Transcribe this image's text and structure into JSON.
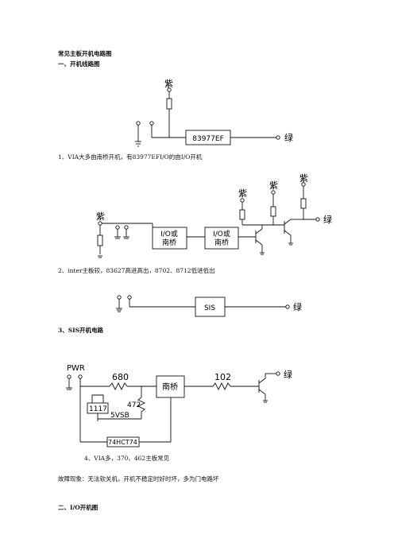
{
  "doc": {
    "title": "常见主板开机电路图",
    "section1": "一、开机线路图",
    "caption1": "1、VIA大多由南桥开机，有83977EFI/O的由I/O开机",
    "caption2": "2、inter主板较，83627高进高出，8702、8712低进低出",
    "section3": "3、SIS开机电路",
    "caption4": "4、VIA多，370、462主板常见",
    "fault": "故障现象：无法软关机，开机不稳定时好时坏，多为门电路坏",
    "section2": "二、I/O开机图"
  },
  "fig1": {
    "purple": "紫",
    "chip": "83977EF",
    "green": "绿"
  },
  "fig2": {
    "purple1": "紫",
    "purple2": "紫",
    "purple3": "紫",
    "purple4": "紫",
    "io1_line1": "I/O或",
    "io1_line2": "南桥",
    "io2_line1": "I/O或",
    "io2_line2": "南桥",
    "green": "绿"
  },
  "fig3": {
    "chip": "SIS",
    "green": "绿"
  },
  "fig4": {
    "pwr": "PWR",
    "r1": "680",
    "r2": "102",
    "r3": "472",
    "chip": "南桥",
    "reg": "1117",
    "vsb": "5VSB",
    "gate": "74HCT74",
    "green": "绿"
  }
}
